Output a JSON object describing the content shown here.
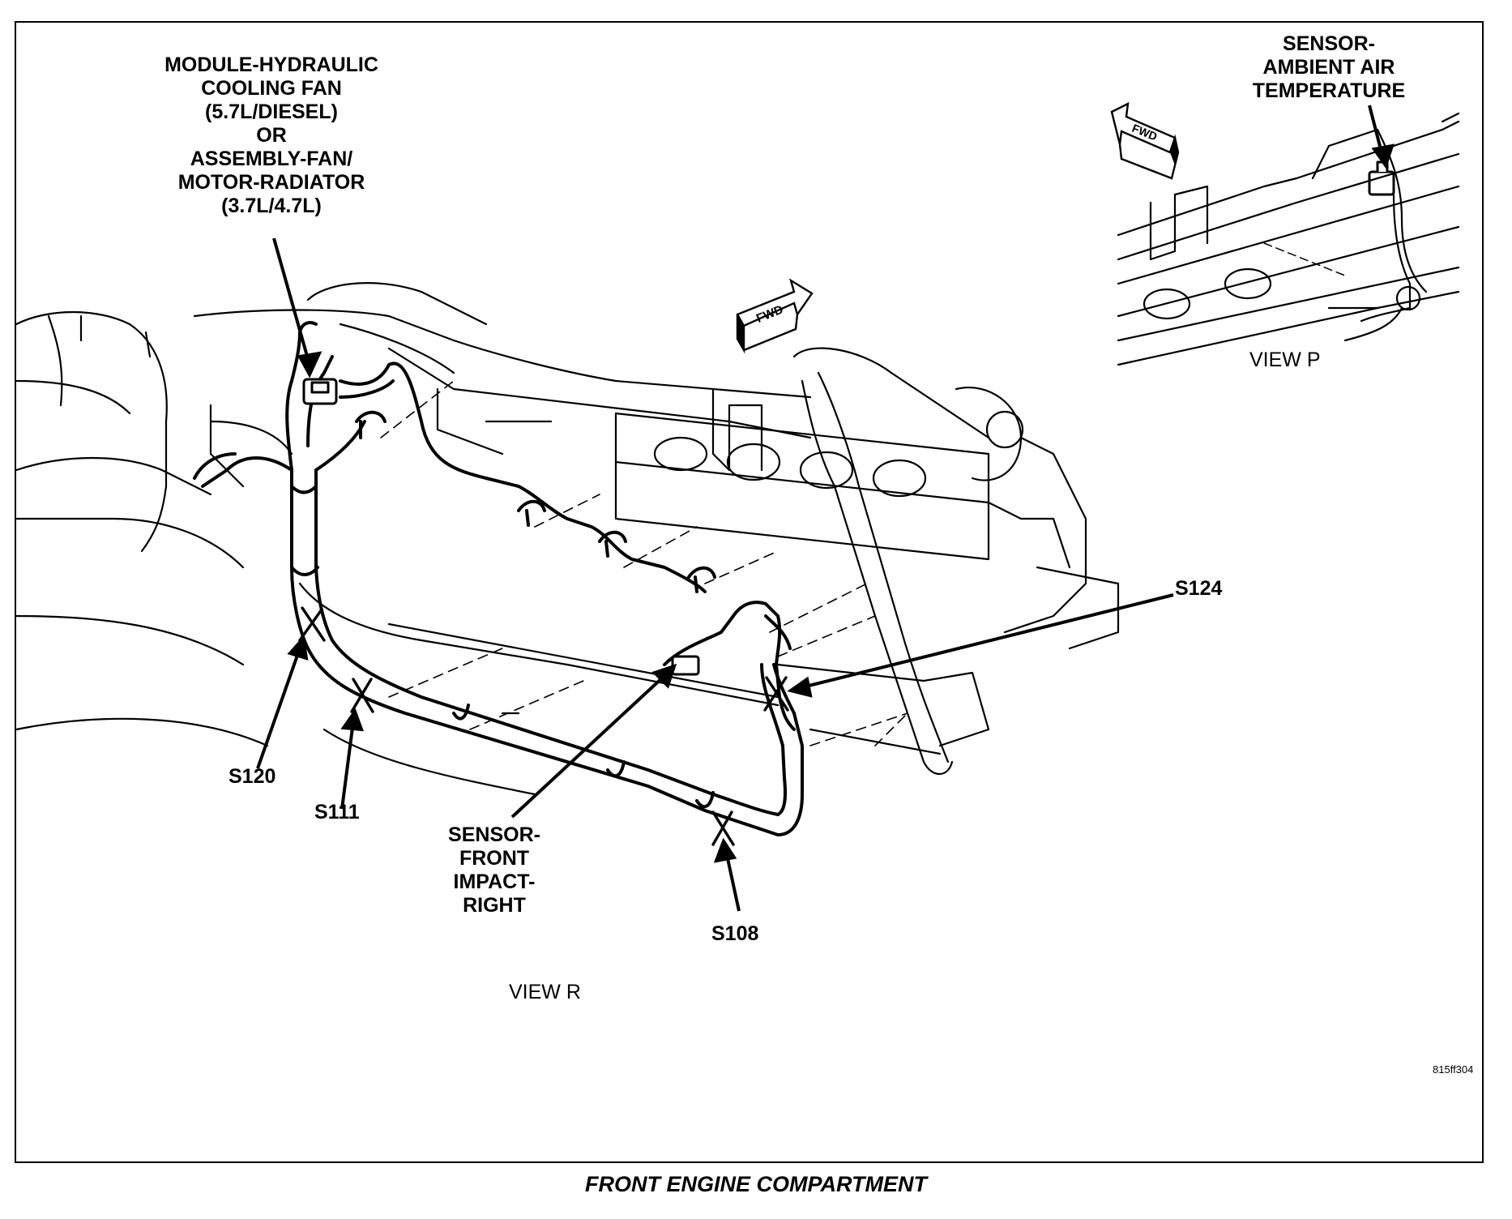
{
  "callouts": {
    "fan_module": [
      "MODULE-HYDRAULIC",
      "COOLING FAN",
      "(5.7L/DIESEL)",
      "OR",
      "ASSEMBLY-FAN/",
      "MOTOR-RADIATOR",
      "(3.7L/4.7L)"
    ],
    "ambient_sensor": [
      "SENSOR-",
      "AMBIENT AIR",
      "TEMPERATURE"
    ],
    "impact_sensor": [
      "SENSOR-",
      "FRONT",
      "IMPACT-",
      "RIGHT"
    ],
    "splices": {
      "s124": "S124",
      "s120": "S120",
      "s111": "S111",
      "s108": "S108"
    }
  },
  "fwd_arrows": {
    "main": "FWD",
    "inset": "FWD"
  },
  "views": {
    "view_p": "VIEW P",
    "view_r": "VIEW R"
  },
  "figure_code": "815ff304",
  "caption": "FRONT ENGINE COMPARTMENT"
}
